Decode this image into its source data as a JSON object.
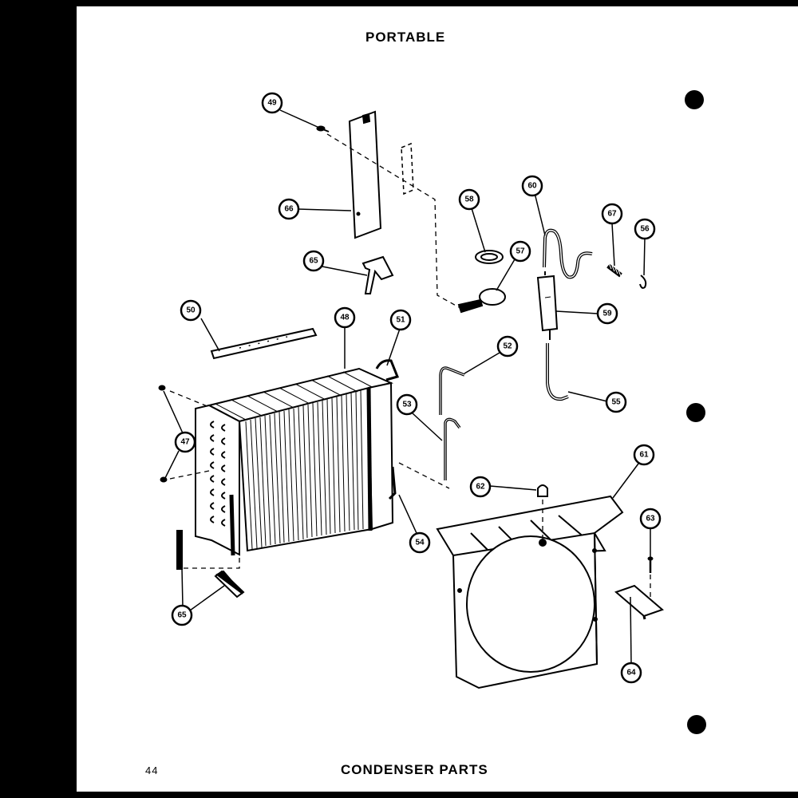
{
  "header": {
    "title": "PORTABLE"
  },
  "footer": {
    "title": "CONDENSER PARTS",
    "page_number": "44"
  },
  "callouts": [
    {
      "id": "c49",
      "label": "49"
    },
    {
      "id": "c66",
      "label": "66"
    },
    {
      "id": "c65a",
      "label": "65"
    },
    {
      "id": "c58",
      "label": "58"
    },
    {
      "id": "c57",
      "label": "57"
    },
    {
      "id": "c60",
      "label": "60"
    },
    {
      "id": "c67",
      "label": "67"
    },
    {
      "id": "c56",
      "label": "56"
    },
    {
      "id": "c50",
      "label": "50"
    },
    {
      "id": "c48",
      "label": "48"
    },
    {
      "id": "c51",
      "label": "51"
    },
    {
      "id": "c59",
      "label": "59"
    },
    {
      "id": "c52",
      "label": "52"
    },
    {
      "id": "c55",
      "label": "55"
    },
    {
      "id": "c47",
      "label": "47"
    },
    {
      "id": "c53",
      "label": "53"
    },
    {
      "id": "c61",
      "label": "61"
    },
    {
      "id": "c62",
      "label": "62"
    },
    {
      "id": "c63",
      "label": "63"
    },
    {
      "id": "c54",
      "label": "54"
    },
    {
      "id": "c65b",
      "label": "65"
    },
    {
      "id": "c64",
      "label": "64"
    }
  ]
}
